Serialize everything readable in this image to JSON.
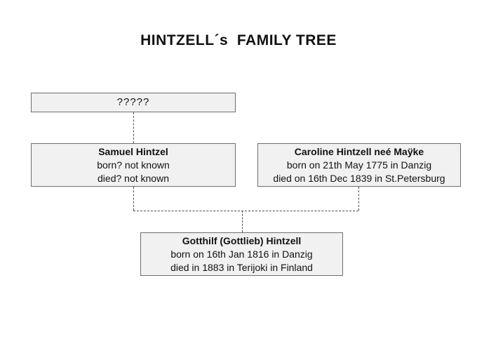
{
  "title": "HINTZELL´s  FAMILY TREE",
  "colors": {
    "page_bg": "#ffffff",
    "box_fill": "#f1f1f1",
    "box_border": "#6e6e6e",
    "connector": "#4d4d4d",
    "text": "#111111"
  },
  "nodes": {
    "unknown": {
      "label": "?????"
    },
    "samuel": {
      "name": "Samuel Hintzel",
      "born": "born? not known",
      "died": "died? not known"
    },
    "caroline": {
      "name": "Caroline Hintzell neé Maÿke",
      "born": "born on 21th May 1775 in Danzig",
      "died": "died on 16th Dec 1839 in St.Petersburg"
    },
    "gotthilf": {
      "name": "Gotthilf (Gottlieb) Hintzell",
      "born": "born on 16th Jan 1816 in Danzig",
      "died": "died in 1883 in Terijoki in Finland"
    }
  }
}
